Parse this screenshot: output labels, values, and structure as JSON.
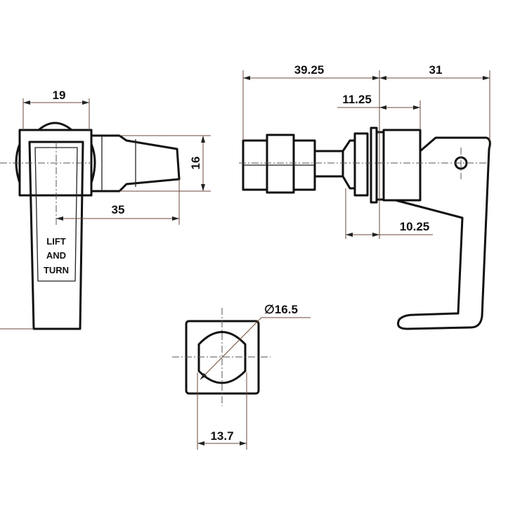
{
  "dimensions": {
    "front_width": "19",
    "front_height": "16",
    "front_depth": "35",
    "side_body_length": "39.25",
    "side_handle_length": "31",
    "side_cylinder_length": "11.25",
    "side_flange_offset": "10.25",
    "cutout_diameter": "∅16.5",
    "cutout_width": "13.7"
  },
  "handle_text": {
    "line1": "LIFT",
    "line2": "AND",
    "line3": "TURN"
  }
}
